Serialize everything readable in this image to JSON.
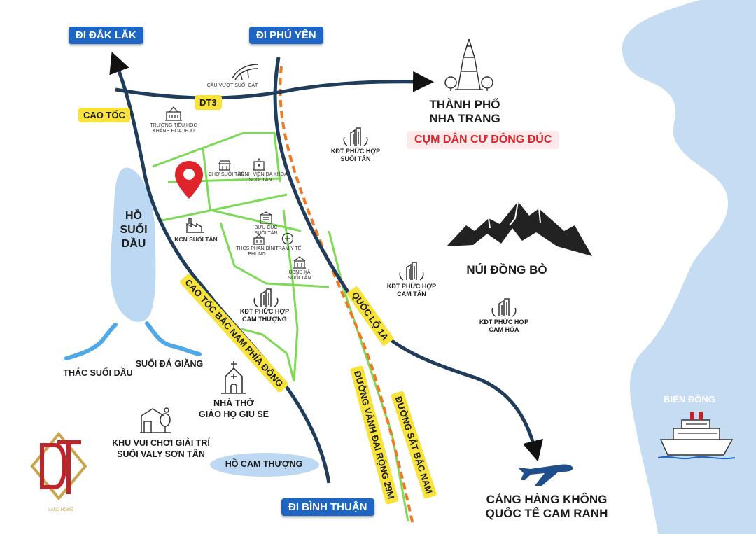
{
  "destinations": {
    "dak_lak": "ĐI  ĐẮK LẮK",
    "phu_yen": "ĐI PHÚ YÊN",
    "binh_thuan": "ĐI  BÌNH THUẬN"
  },
  "city": {
    "line1": "THÀNH PHỐ",
    "line2": "NHA TRANG",
    "tag": "CỤM DÂN CƯ ĐÔNG ĐÚC"
  },
  "roads": {
    "dt3": "DT3",
    "cao_toc": "CAO TỐC",
    "cao_toc_bac_nam": "CAO TỐC BẮC NAM PHÍA ĐÔNG",
    "quoc_lo_1a": "QUỐC LỘ 1A",
    "vanh_dai": "ĐƯỜNG VÀNH ĐAI RỘNG 29M",
    "duong_sat": "ĐƯỜNG SẮT BẮC NAM"
  },
  "places": {
    "cau_vuot": "CẦU VƯỢT SUỐI CÁT",
    "truong_tieu_hoc_1": "TRƯỜNG TIỂU HỌC",
    "truong_tieu_hoc_2": "KHÁNH HÒA JEJU",
    "cho_suoi_tan": "CHỢ SUỐI TÂN",
    "benh_vien_1": "BỆNH VIỆN ĐA KHOA",
    "benh_vien_2": "SUỐI TÂN",
    "kcn": "KCN SUỐI TÂN",
    "buu_cuc_1": "BƯU CỤC",
    "buu_cuc_2": "SUỐI TÂN",
    "tram_y_te": "TRẠM Y TẾ",
    "thcs_1": "THCS PHAN ĐÌNH",
    "thcs_2": "PHÙNG",
    "ubnd_1": "UBND XÃ",
    "ubnd_2": "SUỐI TÂN",
    "kdt_suoi_tan_1": "KĐT PHỨC HỢP",
    "kdt_suoi_tan_2": "SUỐI TÂN",
    "kdt_cam_thuong_1": "KĐT PHỨC HỢP",
    "kdt_cam_thuong_2": "CAM THƯỢNG",
    "kdt_cam_tan_1": "KĐT PHỨC HỢP",
    "kdt_cam_tan_2": "CAM TÂN",
    "kdt_cam_hoa_1": "KĐT PHỨC HỢP",
    "kdt_cam_hoa_2": "CAM HÒA",
    "nui_dong_bo": "NÚI ĐỒNG BÒ",
    "ho_suoi_dau_1": "HỒ",
    "ho_suoi_dau_2": "SUỐI",
    "ho_suoi_dau_3": "DẦU",
    "thac_suoi_dau": "THÁC SUỐI DẦU",
    "suoi_da_giang": "SUỐI ĐÁ GIĂNG",
    "nha_tho_1": "NHÀ THỜ",
    "nha_tho_2": "GIÁO HỌ GIU SE",
    "khu_vui_choi_1": "KHU VUI CHƠI GIẢI TRÍ",
    "khu_vui_choi_2": "SUỐI VALY SƠN TÂN",
    "ho_cam_thuong": "HỒ CAM THƯỢNG",
    "bien_dong": "BIỂN ĐÔNG",
    "cang_1": "CẢNG HÀNG KHÔNG",
    "cang_2": "QUỐC TẾ CAM RANH"
  },
  "logo": {
    "monogram": "DT",
    "tagline": "LAND HOME"
  },
  "colors": {
    "road_dark": "#1f3c5a",
    "road_green": "#7ed957",
    "railway": "#f07a23",
    "water": "#bcd8f2",
    "sea": "#c6dcf3",
    "badge_blue": "#1f66c4",
    "badge_yellow": "#f7e33a",
    "pin_red": "#e0242b",
    "logo_gold": "#c9a44a",
    "logo_red": "#c0242b"
  },
  "icons": [
    "location-pin-icon",
    "bridge-icon",
    "school-icon",
    "market-icon",
    "hospital-icon",
    "factory-icon",
    "post-office-icon",
    "clinic-icon",
    "building-complex-icon",
    "church-icon",
    "mountain-icon",
    "ship-icon",
    "airplane-icon",
    "waterfall-icon",
    "park-icon"
  ]
}
